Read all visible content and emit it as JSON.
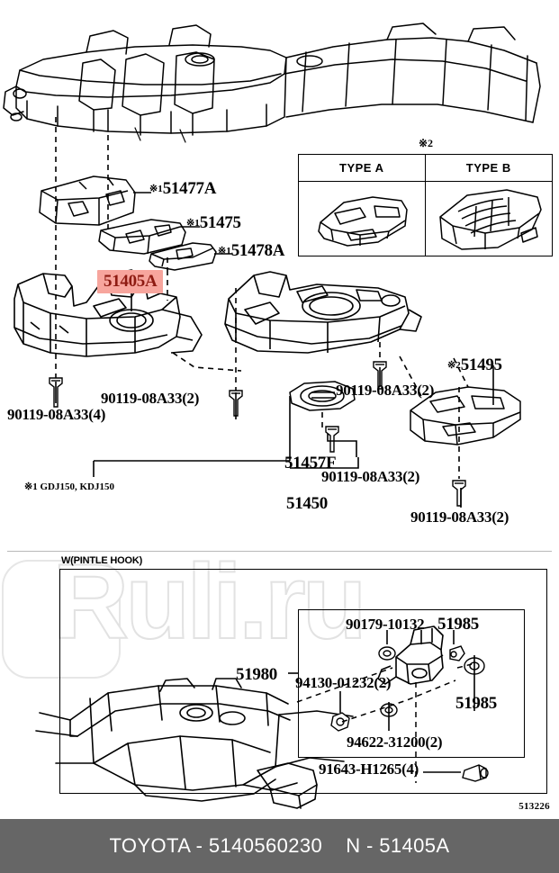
{
  "document": {
    "figure_id": "513226",
    "footnote_1": "※1 GDJ150, KDJ150",
    "type_marker": "※2"
  },
  "caption": {
    "brand_and_number": "TOYOTA - 5140560230",
    "suffix": "N - 51405A"
  },
  "watermark": {
    "text": "Ruli.ru"
  },
  "type_table": {
    "headers": [
      "TYPE A",
      "TYPE B"
    ]
  },
  "top_panel": {
    "labels": [
      {
        "id": "p-51477a",
        "ref": "※1",
        "text": "51477A"
      },
      {
        "id": "p-51475",
        "ref": "※1",
        "text": "51475"
      },
      {
        "id": "p-51478a",
        "ref": "※1",
        "text": "51478A"
      },
      {
        "id": "p-51405a",
        "ref": "",
        "text": "51405A",
        "highlighted": true
      },
      {
        "id": "p-51495",
        "ref": "※2",
        "text": "51495"
      },
      {
        "id": "p-51457f",
        "ref": "",
        "text": "51457F"
      },
      {
        "id": "p-51450",
        "ref": "",
        "text": "51450"
      }
    ],
    "fasteners": [
      {
        "id": "f-bolt-4",
        "text": "90119-08A33(4)"
      },
      {
        "id": "f-bolt-2a",
        "text": "90119-08A33(2)"
      },
      {
        "id": "f-bolt-2b",
        "text": "90119-08A33(2)"
      },
      {
        "id": "f-bolt-2c",
        "text": "90119-08A33(2)"
      },
      {
        "id": "f-bolt-2d",
        "text": "90119-08A33(2)"
      }
    ]
  },
  "bottom_panel": {
    "caption": "W(PINTLE HOOK)",
    "labels": [
      {
        "id": "b-51980",
        "text": "51980"
      },
      {
        "id": "b-51985a",
        "text": "51985"
      },
      {
        "id": "b-51985b",
        "text": "51985"
      }
    ],
    "fasteners": [
      {
        "id": "b-90179",
        "text": "90179-10132"
      },
      {
        "id": "b-94130",
        "text": "94130-01232(2)"
      },
      {
        "id": "b-94622",
        "text": "94622-31200(2)"
      },
      {
        "id": "b-91643",
        "text": "91643-H1265(4)"
      }
    ]
  },
  "colors": {
    "highlight_bg": "#f7a59d",
    "highlight_text": "#8e1b12",
    "caption_bar_bg": "#666666",
    "line": "#000000"
  }
}
